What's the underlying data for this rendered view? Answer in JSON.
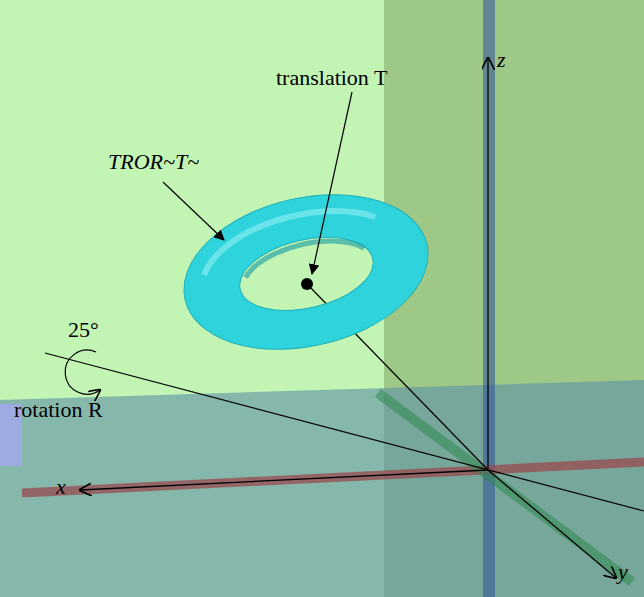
{
  "diagram": {
    "labels": [
      "translation T",
      "z",
      "TROR~T~",
      "25°",
      "rotation R",
      "x",
      "y"
    ]
  }
}
